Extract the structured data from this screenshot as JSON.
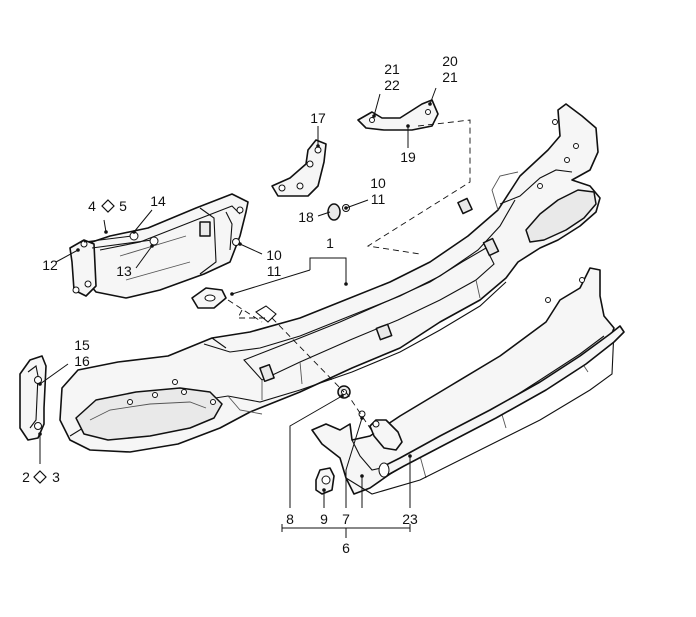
{
  "labels": {
    "l1": "1",
    "l2": "2",
    "l3": "3",
    "l4": "4",
    "l5": "5",
    "l6": "6",
    "l7": "7",
    "l8": "8",
    "l9": "9",
    "l10a": "10",
    "l11a": "11",
    "l10b": "10",
    "l11b": "11",
    "l12": "12",
    "l13": "13",
    "l14": "14",
    "l15": "15",
    "l16": "16",
    "l17": "17",
    "l18": "18",
    "l19": "19",
    "l20": "20",
    "l21a": "21",
    "l21b": "21",
    "l22": "22",
    "l23": "23"
  },
  "icons": {
    "diamond": "diamond-separator-icon"
  },
  "colors": {
    "ink": "#111111",
    "part_fill": "#f6f6f6",
    "background": "#ffffff"
  }
}
